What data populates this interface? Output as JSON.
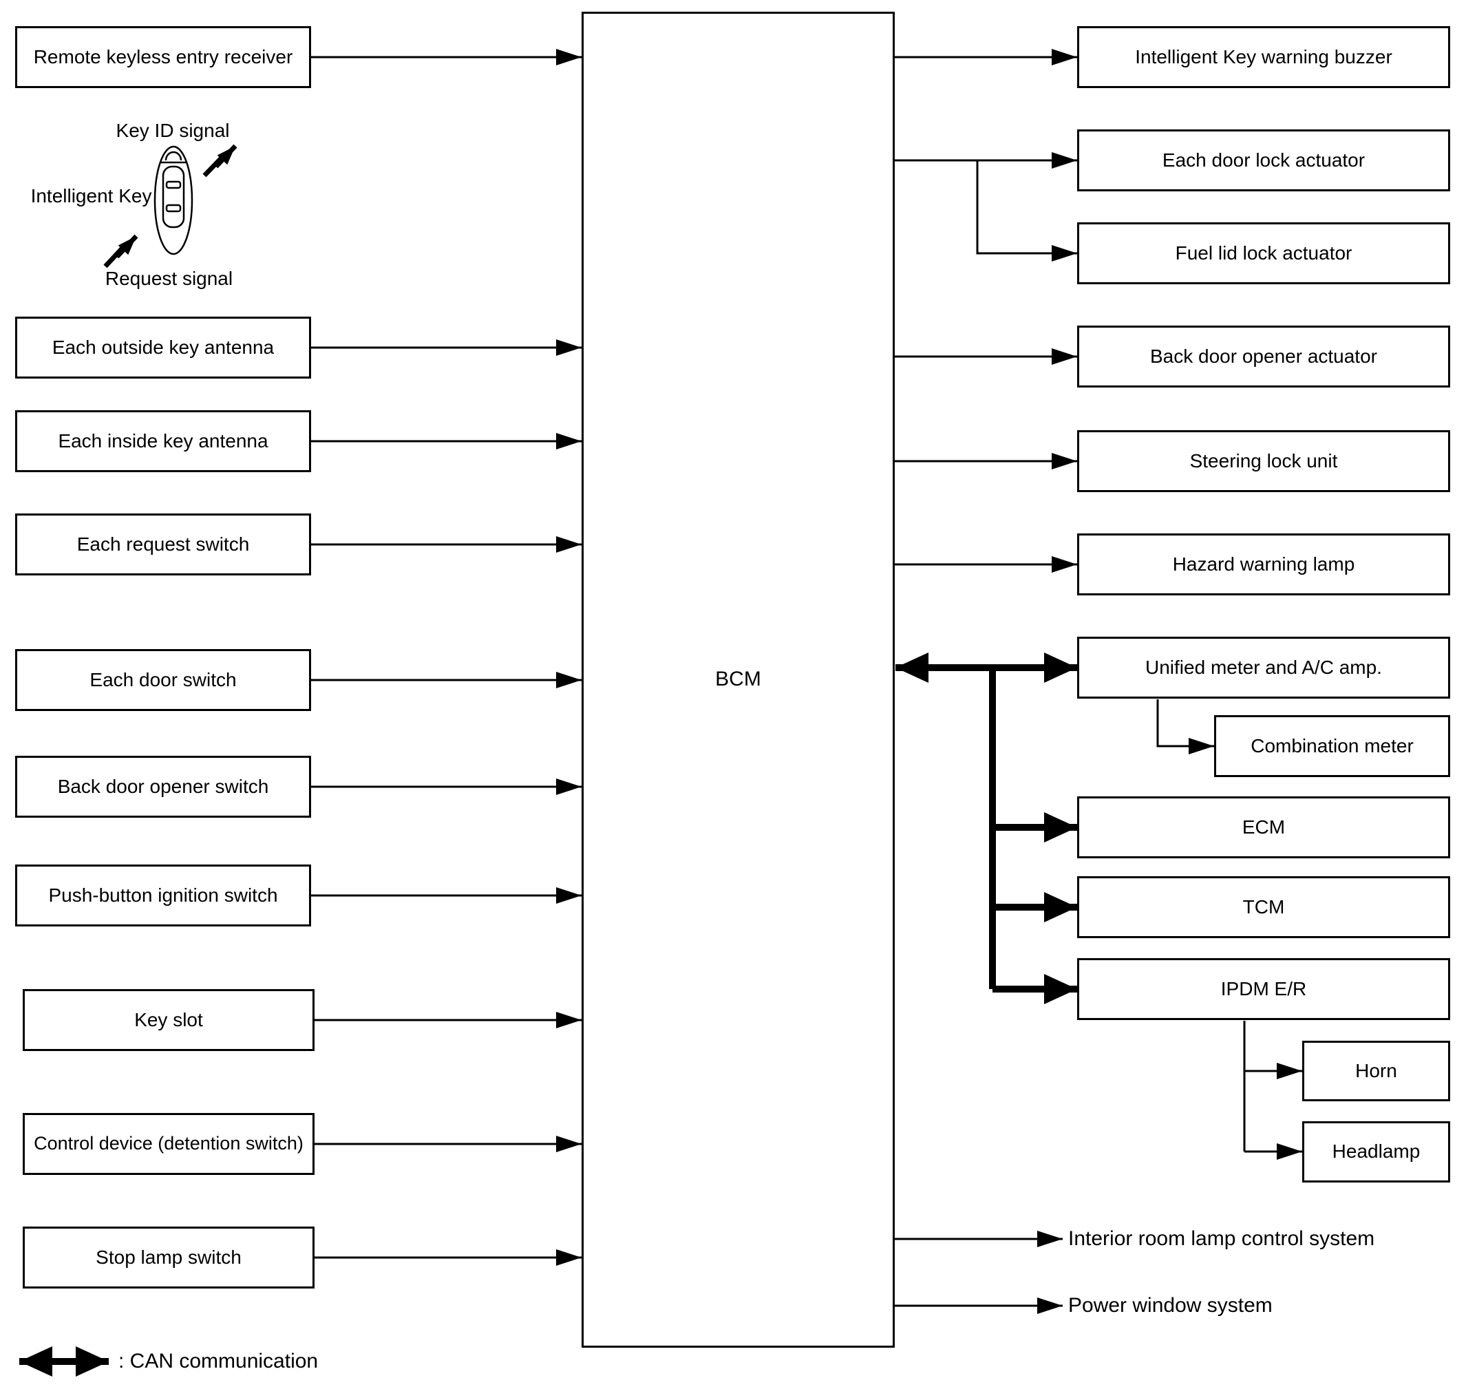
{
  "diagram": {
    "bcm": {
      "label": "BCM"
    },
    "left_nodes": [
      {
        "label": "Remote keyless entry receiver"
      },
      {
        "label": "Each outside key antenna"
      },
      {
        "label": "Each inside key antenna"
      },
      {
        "label": "Each request switch"
      },
      {
        "label": "Each door switch"
      },
      {
        "label": "Back door opener switch"
      },
      {
        "label": "Push-button ignition switch"
      },
      {
        "label": "Key slot"
      },
      {
        "label": "Control device (detention switch)"
      },
      {
        "label": "Stop lamp switch"
      }
    ],
    "right_nodes": [
      {
        "label": "Intelligent Key warning buzzer"
      },
      {
        "label": "Each door lock actuator"
      },
      {
        "label": "Fuel lid lock actuator"
      },
      {
        "label": "Back door opener actuator"
      },
      {
        "label": "Steering lock unit"
      },
      {
        "label": "Hazard warning lamp"
      },
      {
        "label": "Unified meter and A/C amp."
      },
      {
        "label": "Combination meter"
      },
      {
        "label": "ECM"
      },
      {
        "label": "TCM"
      },
      {
        "label": "IPDM E/R"
      },
      {
        "label": "Horn"
      },
      {
        "label": "Headlamp"
      }
    ],
    "plain_outputs": [
      {
        "label": "Interior room lamp control system"
      },
      {
        "label": "Power window system"
      }
    ],
    "intelligent_key": {
      "top_label": "Key ID signal",
      "left_label": "Intelligent Key",
      "bottom_label": "Request signal"
    },
    "legend": {
      "label": ": CAN communication"
    },
    "colors": {
      "line": "#000000",
      "background": "#ffffff"
    }
  }
}
